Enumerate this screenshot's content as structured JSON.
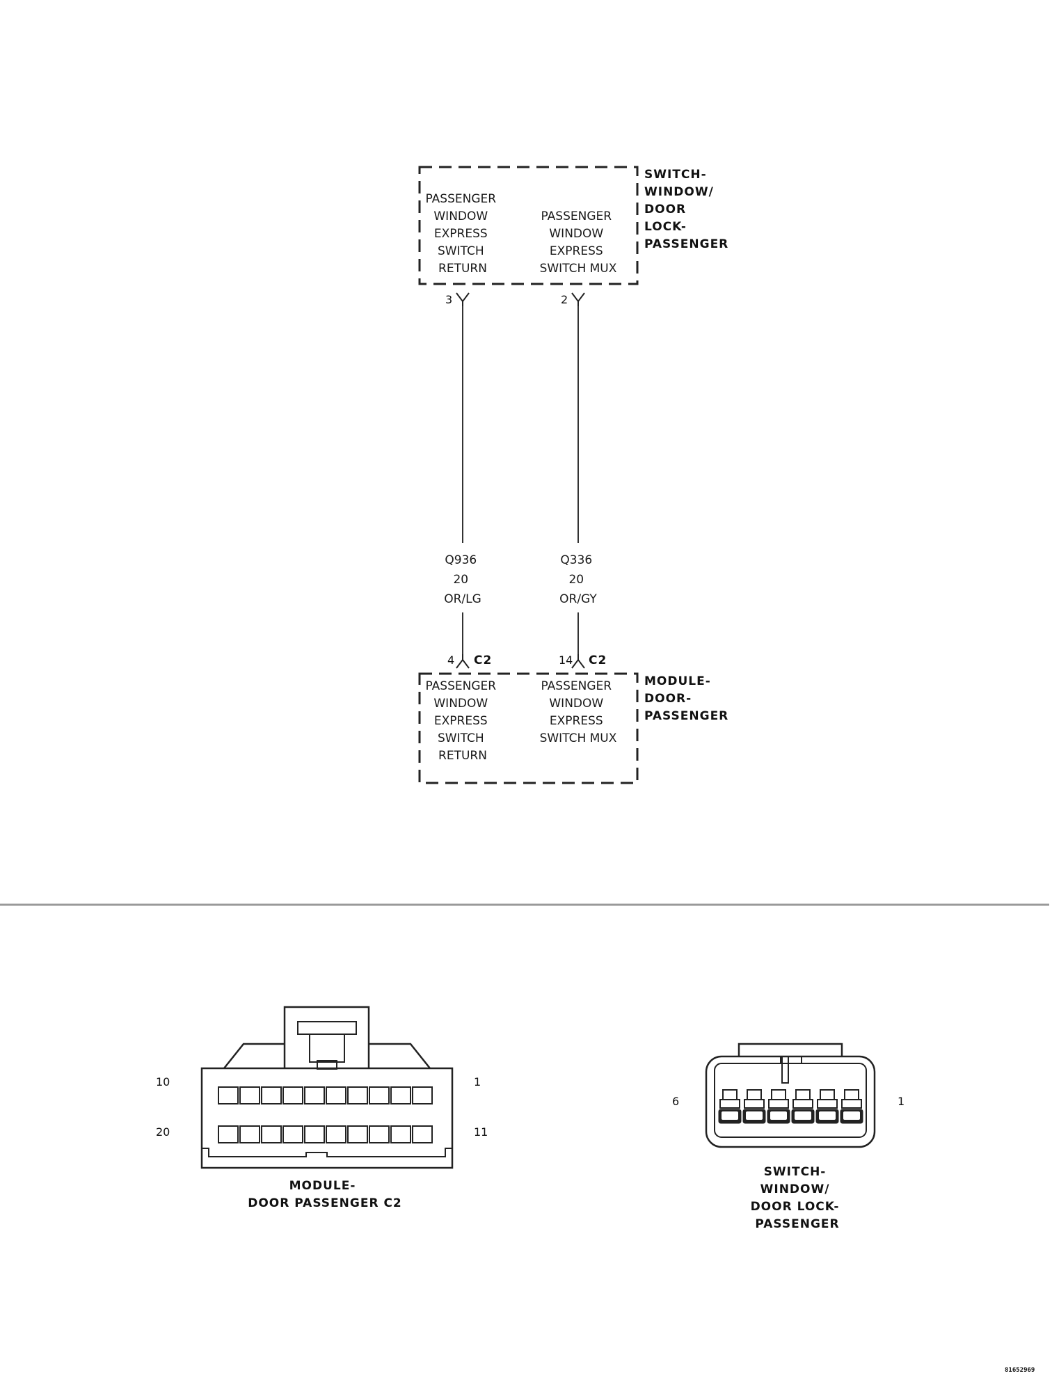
{
  "switch_component": {
    "name_lines": [
      "SWITCH-",
      "WINDOW/",
      "DOOR",
      "LOCK-",
      "PASSENGER"
    ],
    "circuit_left_lines": [
      "PASSENGER",
      "WINDOW",
      "EXPRESS",
      "SWITCH",
      "RETURN"
    ],
    "circuit_right_lines": [
      "PASSENGER",
      "WINDOW",
      "EXPRESS",
      "SWITCH MUX"
    ],
    "pin_left": "3",
    "pin_right": "2"
  },
  "wires": [
    {
      "circuit": "Q936",
      "gauge": "20",
      "color": "OR/LG"
    },
    {
      "circuit": "Q336",
      "gauge": "20",
      "color": "OR/GY"
    }
  ],
  "module_component": {
    "name_lines": [
      "MODULE-",
      "DOOR-",
      "PASSENGER"
    ],
    "circuit_left_lines": [
      "PASSENGER",
      "WINDOW",
      "EXPRESS",
      "SWITCH",
      "RETURN"
    ],
    "circuit_right_lines": [
      "PASSENGER",
      "WINDOW",
      "EXPRESS",
      "SWITCH MUX"
    ],
    "pin_left": "4",
    "pin_right": "14",
    "connector_left": "C2",
    "connector_right": "C2"
  },
  "connector_views": {
    "module": {
      "pin_top_left": "10",
      "pin_top_right": "1",
      "pin_bottom_left": "20",
      "pin_bottom_right": "11",
      "caption_lines": [
        "MODULE-",
        "DOOR PASSENGER C2"
      ]
    },
    "switch": {
      "pin_left": "6",
      "pin_right": "1",
      "caption_lines": [
        "SWITCH-",
        "WINDOW/",
        "DOOR LOCK-",
        "PASSENGER"
      ]
    }
  },
  "figure_id": "81652969"
}
